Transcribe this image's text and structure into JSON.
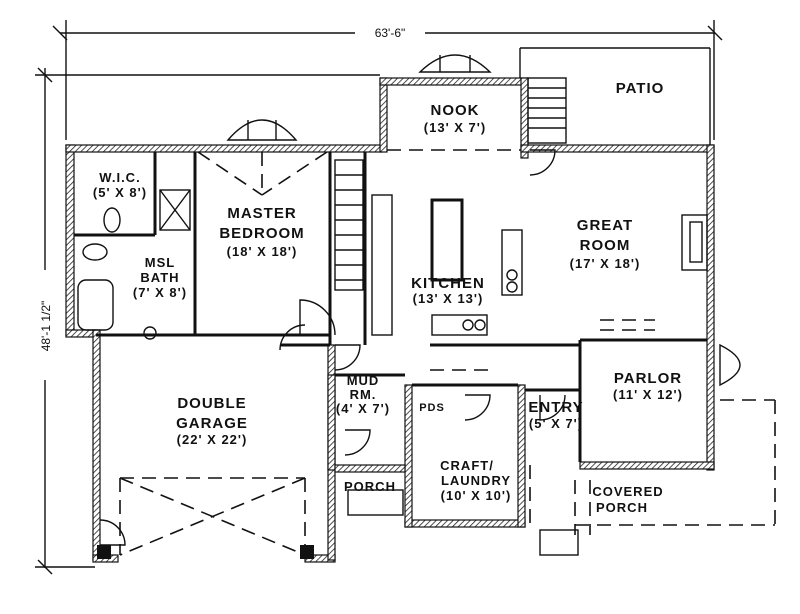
{
  "dimensions": {
    "overall_width": "63'-6\"",
    "overall_depth": "48'-1 1/2\""
  },
  "rooms": {
    "patio": {
      "name": "PATIO"
    },
    "nook": {
      "name": "NOOK",
      "size": "(13' X 7')"
    },
    "wic": {
      "name": "W.I.C.",
      "size": "(5' X 8')"
    },
    "master": {
      "name_1": "MASTER",
      "name_2": "BEDROOM",
      "size": "(18' X 18')"
    },
    "msl_bath": {
      "name_1": "MSL",
      "name_2": "BATH",
      "size": "(7' X 8')"
    },
    "great": {
      "name_1": "GREAT",
      "name_2": "ROOM",
      "size": "(17' X 18')"
    },
    "kitchen": {
      "name": "KITCHEN",
      "size": "(13' X 13')"
    },
    "parlor": {
      "name": "PARLOR",
      "size": "(11' X 12')"
    },
    "garage": {
      "name_1": "DOUBLE",
      "name_2": "GARAGE",
      "size": "(22' X 22')"
    },
    "mud": {
      "name_1": "MUD",
      "name_2": "RM.",
      "size": "(4' X 7')"
    },
    "pds": {
      "name": "PDS"
    },
    "entry": {
      "name": "ENTRY",
      "size": "(5' X 7')"
    },
    "craft": {
      "name_1": "CRAFT/",
      "name_2": "LAUNDRY",
      "size": "(10' X 10')"
    },
    "porch": {
      "name": "PORCH"
    },
    "covered": {
      "name_1": "COVERED",
      "name_2": "PORCH"
    }
  }
}
